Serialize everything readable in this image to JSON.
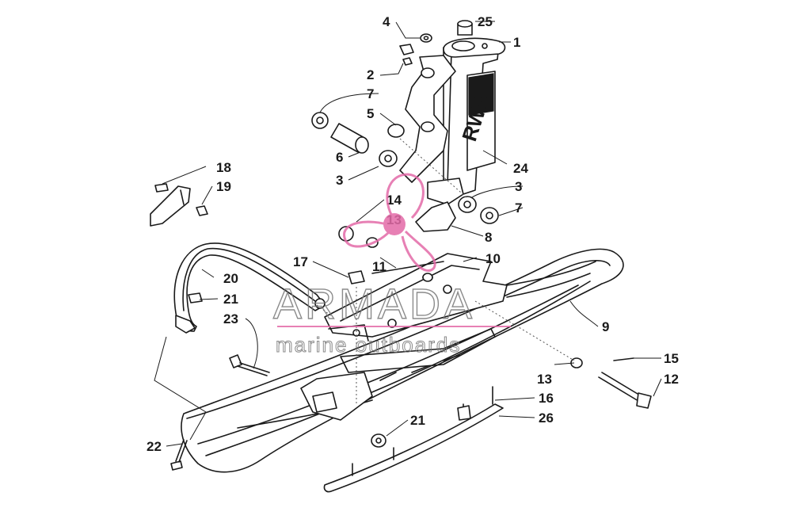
{
  "diagram": {
    "callouts": {
      "c1": "1",
      "c2": "2",
      "c3a": "3",
      "c3b": "3",
      "c4": "4",
      "c5": "5",
      "c6": "6",
      "c7a": "7",
      "c7b": "7",
      "c8": "8",
      "c9": "9",
      "c10": "10",
      "c11": "11",
      "c12": "12",
      "c13a": "13",
      "c13b": "13",
      "c14": "14",
      "c15": "15",
      "c16": "16",
      "c17": "17",
      "c18": "18",
      "c19": "19",
      "c20": "20",
      "c21a": "21",
      "c21b": "21",
      "c22": "22",
      "c23": "23",
      "c24": "24",
      "c25": "25",
      "c26": "26"
    },
    "spindle_decal": "RWS"
  },
  "watermark": {
    "brand": "ARMADA",
    "tagline": "marine outboards",
    "colors": {
      "propeller": "#e36aa8",
      "line": "#e36aa8",
      "text": "#777777"
    }
  }
}
